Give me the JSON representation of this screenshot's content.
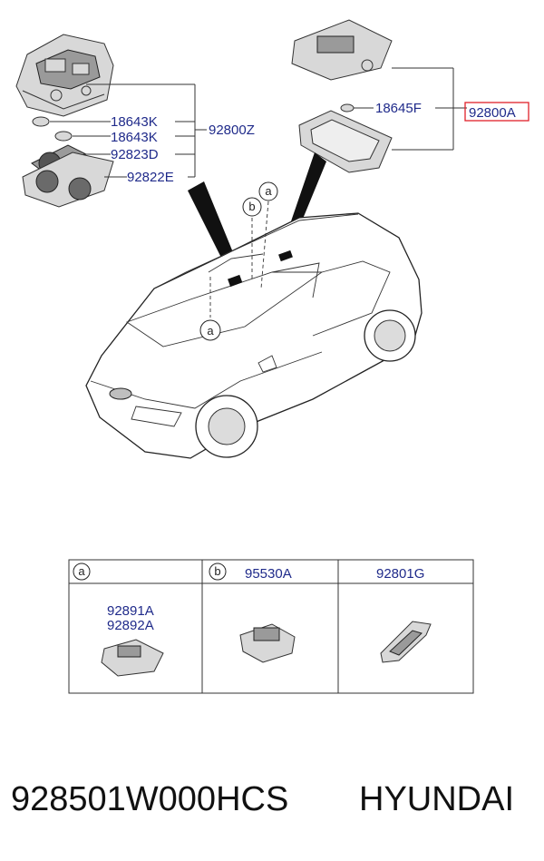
{
  "callouts": {
    "bulb_1": "18643K",
    "bulb_2": "18643K",
    "lens_lower": "92823D",
    "frame_lower": "92822E",
    "front_assembly": "92800Z",
    "bulb_rear": "18645F",
    "rear_assembly": "92800A"
  },
  "markers": {
    "a": "a",
    "b": "b"
  },
  "table": {
    "col_a": {
      "marker": "a",
      "parts": [
        "92891A",
        "92892A"
      ]
    },
    "col_b": {
      "marker": "b",
      "header_part": "95530A"
    },
    "col_c": {
      "header_part": "92801G"
    }
  },
  "footer": {
    "part_number": "928501W000HCS",
    "brand": "HYUNDAI"
  },
  "colors": {
    "label_blue": "#1f2a8a",
    "highlight_red": "#e0202a"
  }
}
